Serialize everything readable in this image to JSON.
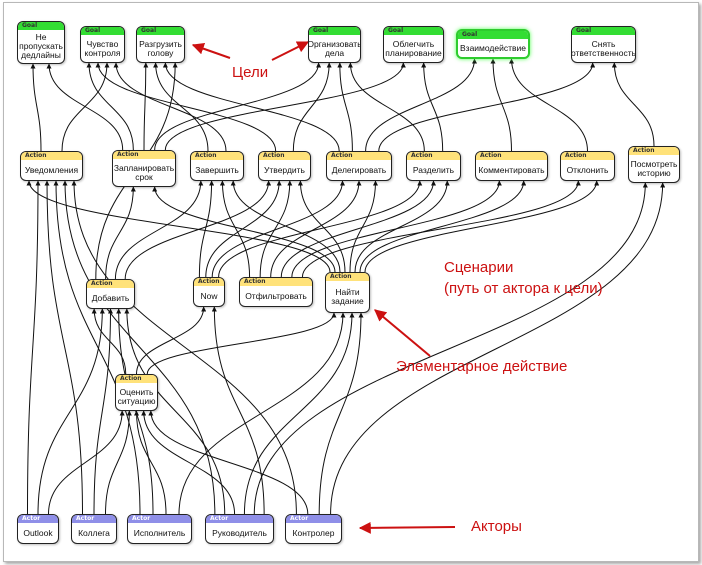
{
  "nodes": {
    "g1": {
      "type": "Goal",
      "label": "Не пропускать дедлайны"
    },
    "g2": {
      "type": "Goal",
      "label": "Чувство контроля"
    },
    "g3": {
      "type": "Goal",
      "label": "Разгрузить голову"
    },
    "g4": {
      "type": "Goal",
      "label": "Организовать дела"
    },
    "g5": {
      "type": "Goal",
      "label": "Облегчить планирование"
    },
    "g6": {
      "type": "Goal",
      "label": "Взаимодействие"
    },
    "g7": {
      "type": "Goal",
      "label": "Снять ответственность"
    },
    "a1": {
      "type": "Action",
      "label": "Уведомления"
    },
    "a2": {
      "type": "Action",
      "label": "Запланировать срок"
    },
    "a3": {
      "type": "Action",
      "label": "Завершить"
    },
    "a4": {
      "type": "Action",
      "label": "Утвердить"
    },
    "a5": {
      "type": "Action",
      "label": "Делегировать"
    },
    "a6": {
      "type": "Action",
      "label": "Разделить"
    },
    "a7": {
      "type": "Action",
      "label": "Комментировать"
    },
    "a8": {
      "type": "Action",
      "label": "Отклонить"
    },
    "a9": {
      "type": "Action",
      "label": "Посмотреть историю"
    },
    "b1": {
      "type": "Action",
      "label": "Добавить"
    },
    "b2": {
      "type": "Action",
      "label": "Now"
    },
    "b3": {
      "type": "Action",
      "label": "Отфильтровать"
    },
    "b4": {
      "type": "Action",
      "label": "Найти задание"
    },
    "c1": {
      "type": "Action",
      "label": "Оценить ситуацию"
    },
    "u1": {
      "type": "Actor",
      "label": "Outlook"
    },
    "u2": {
      "type": "Actor",
      "label": "Коллега"
    },
    "u3": {
      "type": "Actor",
      "label": "Исполнитель"
    },
    "u4": {
      "type": "Actor",
      "label": "Руководитель"
    },
    "u5": {
      "type": "Actor",
      "label": "Контролер"
    }
  },
  "edges": [
    [
      "a1",
      "g1"
    ],
    [
      "a2",
      "g1"
    ],
    [
      "a2",
      "g2"
    ],
    [
      "a2",
      "g3"
    ],
    [
      "a2",
      "g4"
    ],
    [
      "a2",
      "g5"
    ],
    [
      "a3",
      "g3"
    ],
    [
      "a4",
      "g2"
    ],
    [
      "a4",
      "g4"
    ],
    [
      "a5",
      "g3"
    ],
    [
      "a5",
      "g4"
    ],
    [
      "a5",
      "g6"
    ],
    [
      "a5",
      "g7"
    ],
    [
      "a6",
      "g4"
    ],
    [
      "a6",
      "g5"
    ],
    [
      "a7",
      "g6"
    ],
    [
      "a8",
      "g6"
    ],
    [
      "a9",
      "g7"
    ],
    [
      "a1",
      "g2"
    ],
    [
      "a3",
      "g2"
    ],
    [
      "b1",
      "g3"
    ],
    [
      "b1",
      "a2"
    ],
    [
      "b1",
      "a3"
    ],
    [
      "b1",
      "a4"
    ],
    [
      "b2",
      "a3"
    ],
    [
      "b2",
      "a4"
    ],
    [
      "b2",
      "a5"
    ],
    [
      "b2",
      "a6"
    ],
    [
      "b3",
      "a3"
    ],
    [
      "b3",
      "a4"
    ],
    [
      "b3",
      "a5"
    ],
    [
      "b3",
      "a6"
    ],
    [
      "b3",
      "a7"
    ],
    [
      "b3",
      "a8"
    ],
    [
      "b4",
      "a1"
    ],
    [
      "b4",
      "a2"
    ],
    [
      "b4",
      "a3"
    ],
    [
      "b4",
      "a4"
    ],
    [
      "b4",
      "a5"
    ],
    [
      "b4",
      "a6"
    ],
    [
      "b4",
      "a7"
    ],
    [
      "b4",
      "a8"
    ],
    [
      "c1",
      "b1"
    ],
    [
      "c1",
      "b2"
    ],
    [
      "c1",
      "b4"
    ],
    [
      "u1",
      "a1"
    ],
    [
      "u2",
      "a1"
    ],
    [
      "u3",
      "a1"
    ],
    [
      "u4",
      "a1"
    ],
    [
      "u5",
      "a1"
    ],
    [
      "u1",
      "b1"
    ],
    [
      "u2",
      "b1"
    ],
    [
      "u3",
      "b1"
    ],
    [
      "u4",
      "b1"
    ],
    [
      "u1",
      "c1"
    ],
    [
      "u2",
      "c1"
    ],
    [
      "u3",
      "c1"
    ],
    [
      "u4",
      "c1"
    ],
    [
      "u5",
      "c1"
    ],
    [
      "u3",
      "b4"
    ],
    [
      "u4",
      "b4"
    ],
    [
      "u5",
      "b4"
    ],
    [
      "u4",
      "a9"
    ],
    [
      "u5",
      "a9"
    ],
    [
      "u4",
      "b2"
    ]
  ],
  "annotations": {
    "goals": "Цели",
    "scenarios_line1": "Сценарии",
    "scenarios_line2": "(путь от актора к цели)",
    "elementary_action": "Элементарное действие",
    "actors": "Акторы"
  },
  "colors": {
    "goal_header": "#33dd33",
    "action_header": "#ffe27a",
    "actor_header": "#8f8fe8",
    "annotation": "#cc1111"
  }
}
